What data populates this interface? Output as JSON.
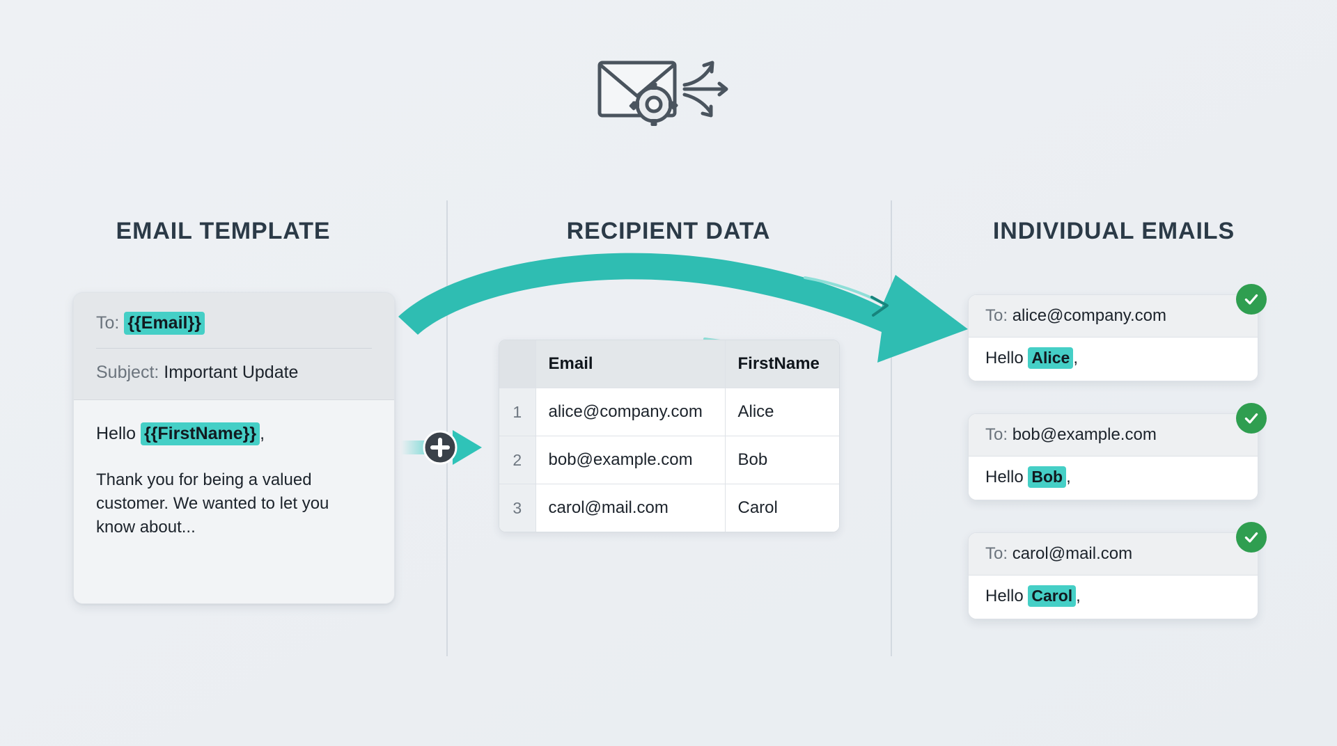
{
  "header": {
    "icon": "envelope-gear-distribute-icon"
  },
  "columns": {
    "template_title": "EMAIL TEMPLATE",
    "data_title": "RECIPIENT DATA",
    "output_title": "INDIVIDUAL EMAILS"
  },
  "template": {
    "to_label": "To:",
    "to_token": "{{Email}}",
    "subject_label": "Subject:",
    "subject_value": "Important Update",
    "greeting_prefix": "Hello",
    "greeting_token": "{{FirstName}}",
    "greeting_suffix": ",",
    "body_paragraph": "Thank you for being a valued customer. We wanted to let you know about..."
  },
  "connector": {
    "icon": "plus-merge-icon",
    "symbol": "+"
  },
  "recipients": {
    "headers": [
      "",
      "Email",
      "FirstName"
    ],
    "rows": [
      {
        "n": "1",
        "email": "alice@company.com",
        "first_name": "Alice"
      },
      {
        "n": "2",
        "email": "bob@example.com",
        "first_name": "Bob"
      },
      {
        "n": "3",
        "email": "carol@mail.com",
        "first_name": "Carol"
      }
    ]
  },
  "outputs": [
    {
      "to_label": "To:",
      "to_value": "alice@company.com",
      "greeting_prefix": "Hello",
      "greeting_name": "Alice",
      "greeting_suffix": ",",
      "status_icon": "check-circle-icon"
    },
    {
      "to_label": "To:",
      "to_value": "bob@example.com",
      "greeting_prefix": "Hello",
      "greeting_name": "Bob",
      "greeting_suffix": ",",
      "status_icon": "check-circle-icon"
    },
    {
      "to_label": "To:",
      "to_value": "carol@mail.com",
      "greeting_prefix": "Hello",
      "greeting_name": "Carol",
      "greeting_suffix": ",",
      "status_icon": "check-circle-icon"
    }
  ],
  "colors": {
    "accent_teal": "#45cfc6",
    "arrow_teal": "#2fbdb2",
    "success_green": "#2f9e50",
    "heading_navy": "#2b3a47",
    "background": "#eef1f4"
  }
}
